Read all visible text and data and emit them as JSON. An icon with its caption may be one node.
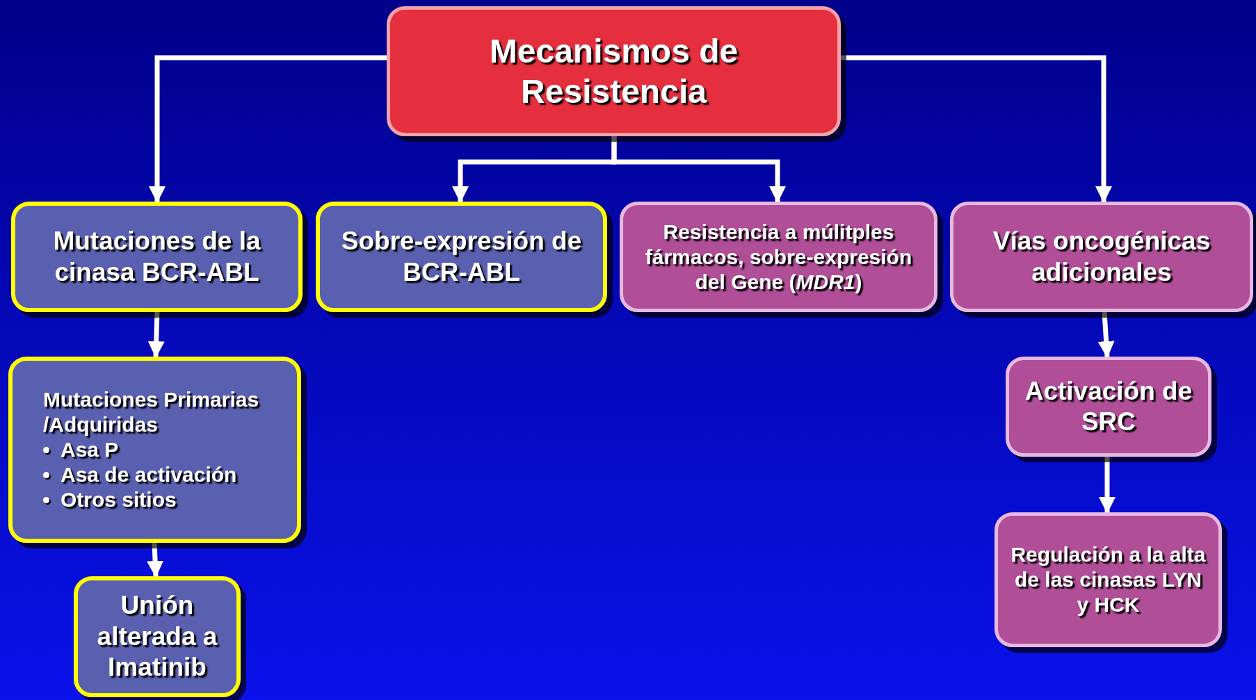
{
  "diagram": {
    "nodes": [
      {
        "text": [
          "Mecanismos de Resistencia"
        ]
      },
      {
        "text": [
          "Mutaciones de la cinasa BCR-ABL"
        ]
      },
      {
        "text": [
          "Sobre-expresión de BCR-ABL"
        ]
      },
      {
        "text": [
          "Resistencia a múlitples fármacos, sobre-expresión del Gene (*MDR1*)"
        ]
      },
      {
        "text": [
          "Vías oncogénicas adicionales"
        ]
      },
      {
        "text": [
          "Mutaciones Primarias /Adquiridas",
          "Asa P",
          "Asa de activación",
          "Otros sitios"
        ]
      },
      {
        "text": [
          "Unión alterada a Imatinib"
        ]
      },
      {
        "text": [
          "Activación de SRC"
        ]
      },
      {
        "text": [
          "Regulación a la alta de las cinasas LYN y HCK"
        ]
      }
    ],
    "edges": [
      {
        "from": 0,
        "to": 1,
        "arrow": "to"
      },
      {
        "from": 0,
        "to": 2,
        "arrow": "to"
      },
      {
        "from": 0,
        "to": 3,
        "arrow": "to"
      },
      {
        "from": 0,
        "to": 4,
        "arrow": "to"
      },
      {
        "from": 1,
        "to": 5,
        "arrow": "to"
      },
      {
        "from": 5,
        "to": 6,
        "arrow": "to"
      },
      {
        "from": 4,
        "to": 7,
        "arrow": "to"
      },
      {
        "from": 7,
        "to": 8,
        "arrow": "to"
      }
    ]
  }
}
